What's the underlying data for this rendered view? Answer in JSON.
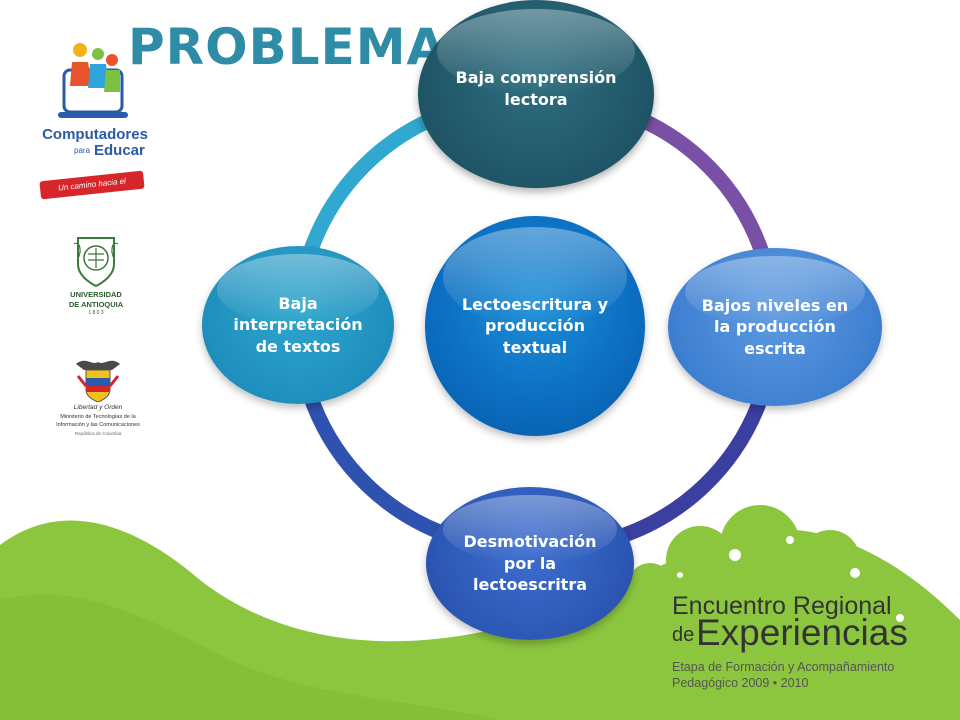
{
  "title": "PROBLEMA",
  "diagram": {
    "center": [
      "Lectoescritura y",
      "producción",
      "textual"
    ],
    "top": [
      "Baja comprensión",
      "lectora"
    ],
    "right": [
      "Bajos niveles en",
      "la producción",
      "escrita"
    ],
    "bottom": [
      "Desmotivación",
      "por la",
      "lectoescritra"
    ],
    "left": [
      "Baja",
      "interpretación",
      "de textos"
    ]
  },
  "logos": {
    "computadores": {
      "line1": "Computadores",
      "line2_small": "para",
      "line2": "Educar",
      "tagline": "Un camino hacia el conocimiento"
    },
    "universidad": {
      "line1": "UNIVERSIDAD",
      "line2": "DE ANTIOQUIA",
      "year": "1 8 0 3"
    },
    "ministerio": {
      "line1": "Libertad y Orden",
      "line2": "Ministerio de Tecnologías de la",
      "line3": "Información y las Comunicaciones",
      "line4": "República de Colombia"
    }
  },
  "footer": {
    "line1": "Encuentro Regional",
    "de": "de",
    "line2": "Experiencias",
    "sub1": "Etapa de Formación y Acompañamiento",
    "sub2": "Pedagógico 2009 • 2010"
  },
  "colors": {
    "title": "#2e8ca6",
    "green": "#8cc63f",
    "ring_colors": [
      "#7a4fa6",
      "#3a3fa0",
      "#2f52b0",
      "#30a8cf"
    ]
  }
}
